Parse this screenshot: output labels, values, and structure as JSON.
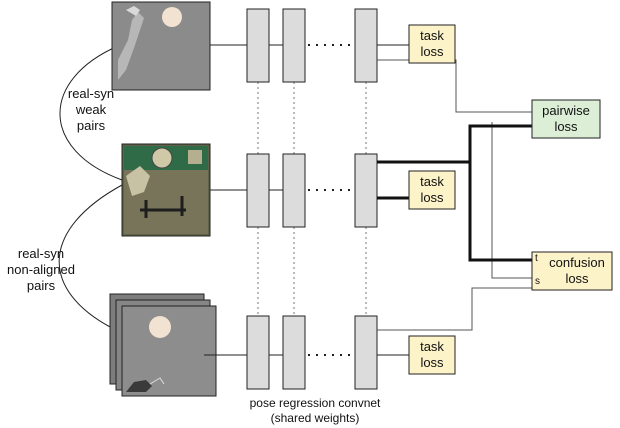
{
  "left_labels": {
    "weak_pairs": [
      "real-syn",
      "weak",
      "pairs"
    ],
    "non_aligned_pairs": [
      "real-syn",
      "non-aligned",
      "pairs"
    ]
  },
  "task_losses": [
    [
      "task",
      "loss"
    ],
    [
      "task",
      "loss"
    ],
    [
      "task",
      "loss"
    ]
  ],
  "pairwise_loss": [
    "pairwise",
    "loss"
  ],
  "confusion_loss": [
    "confusion",
    "loss"
  ],
  "confusion_ports": {
    "top": "t",
    "bottom": "s"
  },
  "caption": [
    "pose regression convnet",
    "(shared weights)"
  ],
  "colors": {
    "task_box_fill": "#fdf3c9",
    "pairwise_box_fill": "#dcefd6",
    "confusion_box_fill": "#fdf3c9",
    "layer_fill": "#dcdcdc",
    "synthetic_background": "#8a8a8a",
    "real_table": "#2f6b47"
  },
  "icons": [
    "synthetic-render-image",
    "real-photo-image",
    "synthetic-image-stack"
  ]
}
